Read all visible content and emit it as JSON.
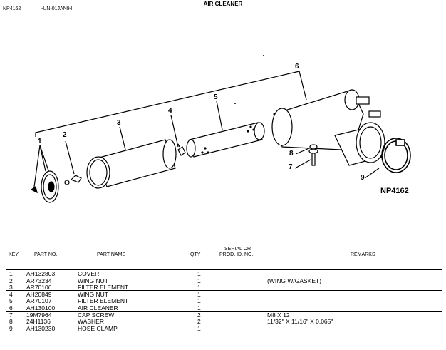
{
  "header": {
    "doc_code": "NP4162",
    "date_code": "-UN-01JAN94",
    "title": "AIR CLEANER"
  },
  "diagram": {
    "figure_label": "NP4162",
    "callouts": [
      "1",
      "2",
      "3",
      "4",
      "5",
      "6",
      "7",
      "8",
      "9"
    ]
  },
  "table": {
    "headers": {
      "key": "KEY",
      "part_no": "PART NO.",
      "part_name": "PART NAME",
      "qty": "QTY",
      "serial_1": "SERIAL OR",
      "serial_2": "PROD. ID. NO.",
      "remarks": "REMARKS"
    },
    "rows": [
      {
        "key": "1",
        "part_no": "AH132803",
        "part_name": "COVER",
        "qty": "1",
        "remarks": ""
      },
      {
        "key": "2",
        "part_no": "AR73234",
        "part_name": "WING NUT",
        "qty": "1",
        "remarks": "(WING W/GASKET)"
      },
      {
        "key": "3",
        "part_no": "AR70106",
        "part_name": "FILTER ELEMENT",
        "qty": "1",
        "remarks": ""
      },
      {
        "key": "4",
        "part_no": "AH20849",
        "part_name": "WING NUT",
        "qty": "1",
        "remarks": ""
      },
      {
        "key": "5",
        "part_no": "AR70107",
        "part_name": "FILTER ELEMENT",
        "qty": "1",
        "remarks": ""
      },
      {
        "key": "6",
        "part_no": "AH130100",
        "part_name": "AIR CLEANER",
        "qty": "1",
        "remarks": ""
      },
      {
        "key": "7",
        "part_no": "19M7964",
        "part_name": "CAP SCREW",
        "qty": "2",
        "remarks": "M8 X 12"
      },
      {
        "key": "8",
        "part_no": "24H1136",
        "part_name": "WASHER",
        "qty": "2",
        "remarks": "11/32\" X 11/16\" X 0.065\""
      },
      {
        "key": "9",
        "part_no": "AH130230",
        "part_name": "HOSE CLAMP",
        "qty": "1",
        "remarks": ""
      }
    ]
  }
}
